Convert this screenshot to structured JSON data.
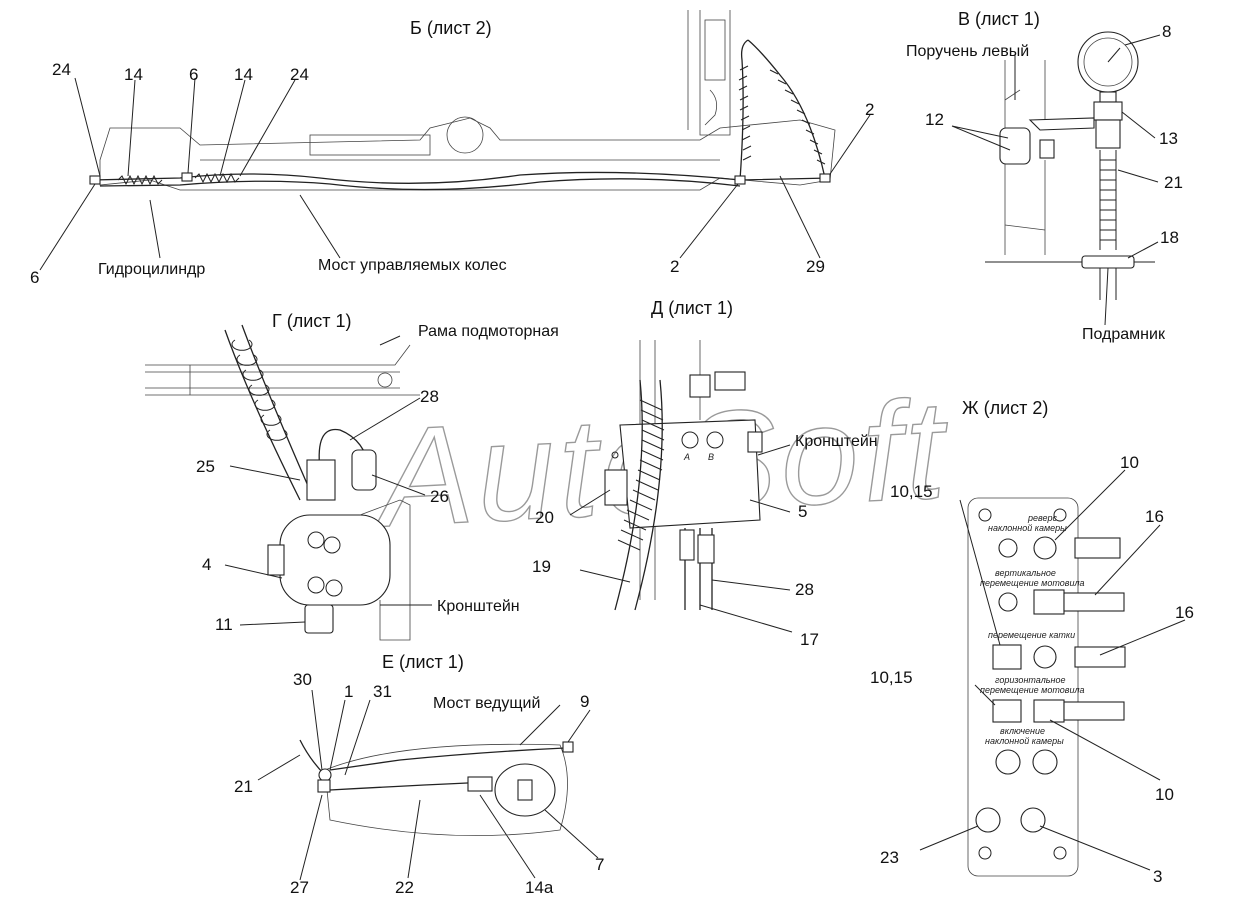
{
  "watermark": "AutoSoft",
  "views": {
    "b": {
      "title": "Б (лист 2)",
      "captions": {
        "cylinder": "Гидроцилиндр",
        "axle": "Мост управляемых колес"
      },
      "callouts": {
        "c24a": "24",
        "c14a": "14",
        "c6a": "6",
        "c14b": "14",
        "c24b": "24",
        "c2a": "2",
        "c6b": "6",
        "c2b": "2",
        "c29": "29"
      }
    },
    "v": {
      "title": "В (лист 1)",
      "captions": {
        "handrail": "Поручень левый",
        "subframe": "Подрамник"
      },
      "callouts": {
        "c8": "8",
        "c12": "12",
        "c13": "13",
        "c21": "21",
        "c18": "18"
      }
    },
    "g": {
      "title": "Г (лист 1)",
      "captions": {
        "frame": "Рама подмоторная",
        "bracket": "Кронштейн"
      },
      "callouts": {
        "c28": "28",
        "c25": "25",
        "c26": "26",
        "c4": "4",
        "c11": "11"
      }
    },
    "d": {
      "title": "Д (лист 1)",
      "captions": {
        "bracket": "Кронштейн"
      },
      "port_a": "A",
      "port_b": "B",
      "callouts": {
        "c20": "20",
        "c5": "5",
        "c19": "19",
        "c28": "28",
        "c17": "17"
      }
    },
    "e": {
      "title": "Е (лист 1)",
      "captions": {
        "axle": "Мост ведущий"
      },
      "callouts": {
        "c30": "30",
        "c1": "1",
        "c31": "31",
        "c9": "9",
        "c21": "21",
        "c27": "27",
        "c22": "22",
        "c14a": "14а",
        "c7": "7"
      }
    },
    "zh": {
      "title": "Ж (лист 2)",
      "panel_labels": {
        "reverse": [
          "реверс",
          "наклонной камеры"
        ],
        "vertical": [
          "вертикальное",
          "перемещение мотовила"
        ],
        "roller": [
          "перемещение катки"
        ],
        "horizontal": [
          "горизонтальное",
          "перемещение мотовила"
        ],
        "engage": [
          "включение",
          "наклонной камеры"
        ]
      },
      "callouts": {
        "c10a": "10",
        "c1015a": "10,15",
        "c16a": "16",
        "c16b": "16",
        "c1015b": "10,15",
        "c10b": "10",
        "c23": "23",
        "c3": "3"
      }
    }
  }
}
